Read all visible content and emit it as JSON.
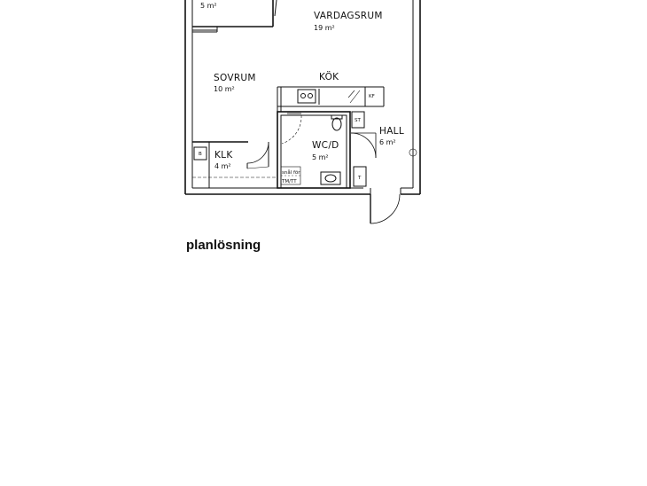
{
  "rooms": {
    "top_left_area": "5 m²",
    "vardagsrum": {
      "name": "VARDAGSRUM",
      "area": "19 m²"
    },
    "sovrum": {
      "name": "SOVRUM",
      "area": "10 m²"
    },
    "kok": {
      "name": "KÖK"
    },
    "hall": {
      "name": "HALL",
      "area": "6 m²"
    },
    "wcd": {
      "name": "WC/D",
      "area": "5 m²"
    },
    "klk": {
      "name": "KLK",
      "area": "4 m²"
    }
  },
  "fixtures": {
    "kf": "KF",
    "st": "ST",
    "t": "T",
    "b": "B",
    "snal": "snål för",
    "tmtt": "TM/TT"
  },
  "caption": "planlösning"
}
